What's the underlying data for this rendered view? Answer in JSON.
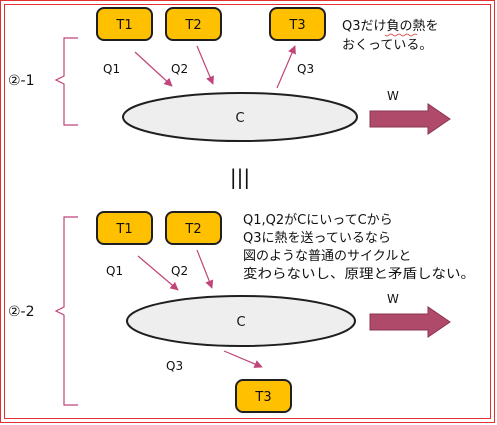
{
  "section1": {
    "label": "②-1",
    "reservoirs": {
      "t1": "T1",
      "t2": "T2",
      "t3": "T3"
    },
    "flows": {
      "q1": "Q1",
      "q2": "Q2",
      "q3": "Q3"
    },
    "engine": "C",
    "work": "W",
    "note": [
      "Q3だけ負の熱を",
      "おくっている。"
    ]
  },
  "equivalence": "|||",
  "section2": {
    "label": "②-2",
    "reservoirs": {
      "t1": "T1",
      "t2": "T2",
      "t3": "T3"
    },
    "flows": {
      "q1": "Q1",
      "q2": "Q2",
      "q3": "Q3"
    },
    "engine": "C",
    "work": "W",
    "note": [
      "Q1,Q2がCにいってCから",
      "Q3に熱を送っているなら",
      "図のような普通のサイクルと",
      "変わらないし、原理と矛盾しない。"
    ]
  },
  "colors": {
    "reservoir_fill": "#FFC000",
    "reservoir_border": "#1f1f1f",
    "engine_fill": "#eeeeee",
    "arrow_line": "#c0457a",
    "work_arrow": "#b04a6a",
    "brace": "#c0457a",
    "frame": "#e03030"
  }
}
